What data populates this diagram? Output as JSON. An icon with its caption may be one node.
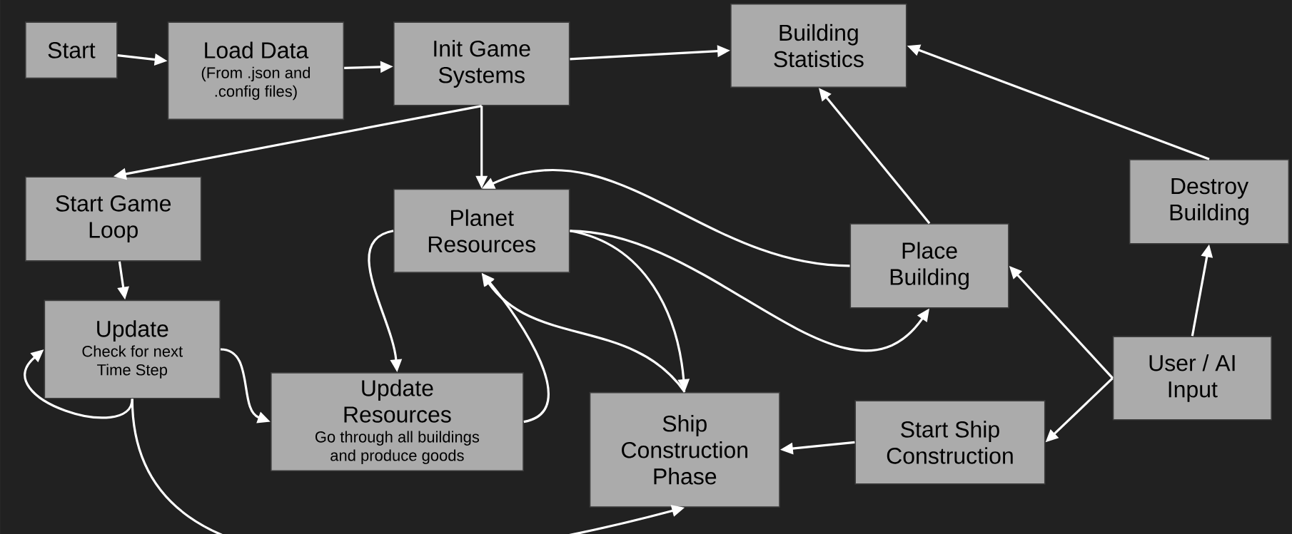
{
  "diagram": {
    "nodes": [
      {
        "text": [
          "Start"
        ]
      },
      {
        "text": [
          "Load Data",
          "(From .json and .config files)"
        ]
      },
      {
        "text": [
          "Init Game Systems"
        ]
      },
      {
        "text": [
          "Building Statistics"
        ]
      },
      {
        "text": [
          "Start Game Loop"
        ]
      },
      {
        "text": [
          "Planet Resources"
        ]
      },
      {
        "text": [
          "Place Building"
        ]
      },
      {
        "text": [
          "Destroy Building"
        ]
      },
      {
        "text": [
          "Update",
          "Check for next Time Step"
        ]
      },
      {
        "text": [
          "Update Resources",
          "Go through all buildings and produce goods"
        ]
      },
      {
        "text": [
          "Ship Construction Phase"
        ]
      },
      {
        "text": [
          "User / AI Input"
        ]
      },
      {
        "text": [
          "Start Ship Construction"
        ]
      }
    ],
    "edges": [
      {
        "from": 0,
        "to": 1,
        "arrow": "to"
      },
      {
        "from": 1,
        "to": 2,
        "arrow": "to"
      },
      {
        "from": 2,
        "to": 3,
        "arrow": "to"
      },
      {
        "from": 2,
        "to": 4,
        "arrow": "to"
      },
      {
        "from": 2,
        "to": 5,
        "arrow": "to"
      },
      {
        "from": 4,
        "to": 8,
        "arrow": "to"
      },
      {
        "from": 8,
        "to": 8,
        "arrow": "to"
      },
      {
        "from": 8,
        "to": 9,
        "arrow": "to"
      },
      {
        "from": 8,
        "to": 10,
        "arrow": "to"
      },
      {
        "from": 5,
        "to": 9,
        "arrow": "to"
      },
      {
        "from": 9,
        "to": 5,
        "arrow": "to"
      },
      {
        "from": 5,
        "to": 6,
        "arrow": "to"
      },
      {
        "from": 6,
        "to": 5,
        "arrow": "to"
      },
      {
        "from": 5,
        "to": 10,
        "arrow": "to"
      },
      {
        "from": 10,
        "to": 5,
        "arrow": "to"
      },
      {
        "from": 6,
        "to": 3,
        "arrow": "to"
      },
      {
        "from": 7,
        "to": 3,
        "arrow": "to"
      },
      {
        "from": 11,
        "to": 7,
        "arrow": "to"
      },
      {
        "from": 11,
        "to": 6,
        "arrow": "to"
      },
      {
        "from": 11,
        "to": 12,
        "arrow": "to"
      },
      {
        "from": 12,
        "to": 10,
        "arrow": "to"
      }
    ]
  }
}
